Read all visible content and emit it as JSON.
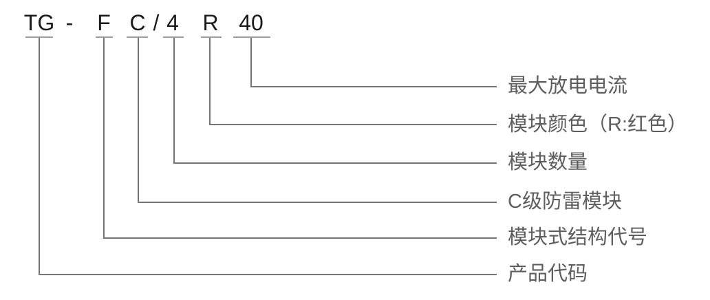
{
  "model_code": {
    "segments": [
      {
        "code": "TG",
        "meaning": "产品代码"
      },
      {
        "code": "F",
        "meaning": "模块式结构代号"
      },
      {
        "code": "C",
        "meaning": "C级防雷模块"
      },
      {
        "code": "4",
        "meaning": "模块数量"
      },
      {
        "code": "R",
        "meaning": "模块颜色（R:红色）"
      },
      {
        "code": "40",
        "meaning": "最大放电电流"
      }
    ],
    "separators": [
      {
        "text": "-"
      },
      {
        "text": "/"
      }
    ]
  },
  "colors": {
    "background": "#ffffff",
    "code_text": "#1a1a1a",
    "label_text": "#5e5e5e",
    "connector_line": "#757575",
    "underline": "#9c9c9c"
  }
}
